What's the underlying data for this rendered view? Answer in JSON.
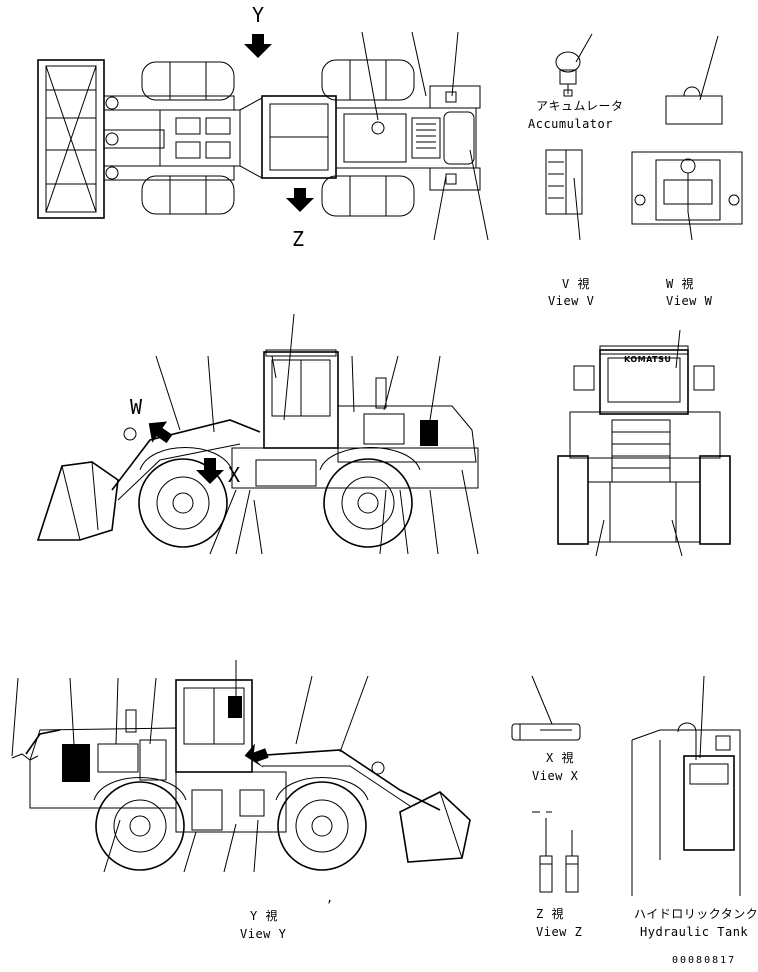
{
  "markers": {
    "y_arrow_label": "Y",
    "z_arrow_label": "Z",
    "w_arrow_label": "W",
    "x_arrow_label": "X"
  },
  "views": {
    "accumulator_jp": "アキュムレータ",
    "accumulator_en": "Accumulator",
    "view_v_jp": "V 視",
    "view_v_en": "View V",
    "view_w_jp": "W 視",
    "view_w_en": "View W",
    "view_x_jp": "X 視",
    "view_x_en": "View X",
    "view_y_jp": "Y 視",
    "view_y_en": "View Y",
    "view_z_jp": "Z 視",
    "view_z_en": "View Z",
    "hydraulic_tank_jp": "ハイドロリックタンク",
    "hydraulic_tank_en": "Hydraulic Tank"
  },
  "cab_brand": "KOMATSU",
  "figure_number": "00080817"
}
